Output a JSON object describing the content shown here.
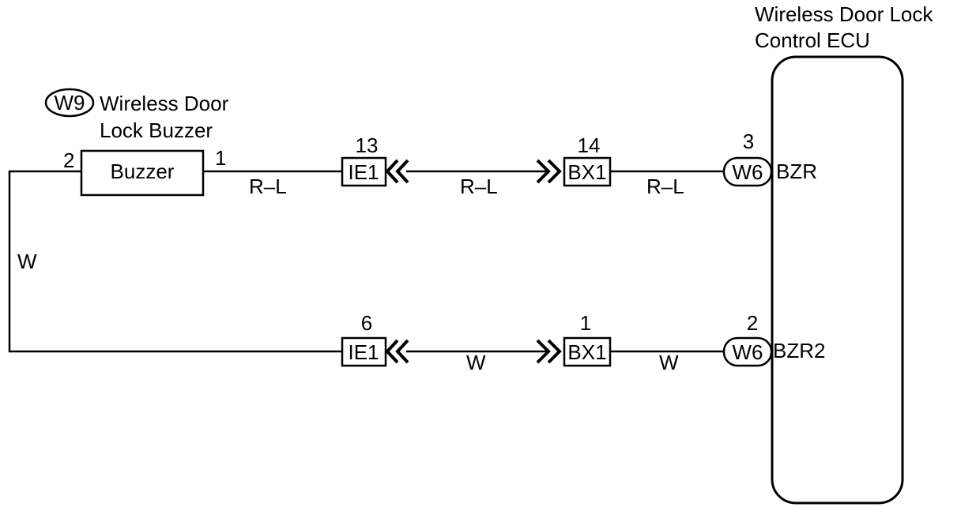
{
  "ecu": {
    "title_line1": "Wireless Door Lock",
    "title_line2": "Control ECU"
  },
  "buzzer": {
    "connector_code": "W9",
    "title_line1": "Wireless Door",
    "title_line2": "Lock Buzzer",
    "label": "Buzzer",
    "pin_left": "2",
    "pin_right": "1"
  },
  "wire_colors": {
    "top": "R–L",
    "bottom": "W"
  },
  "top_circuit": {
    "junction1": {
      "code": "IE1",
      "pin": "13"
    },
    "junction2": {
      "code": "BX1",
      "pin": "14"
    },
    "ecu_connector": {
      "code": "W6",
      "pin": "3",
      "terminal": "BZR"
    }
  },
  "bottom_circuit": {
    "junction1": {
      "code": "IE1",
      "pin": "6"
    },
    "junction2": {
      "code": "BX1",
      "pin": "1"
    },
    "ecu_connector": {
      "code": "W6",
      "pin": "2",
      "terminal": "BZR2"
    }
  }
}
